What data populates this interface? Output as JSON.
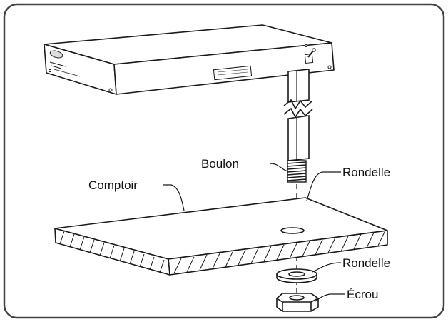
{
  "labels": {
    "boulon": "Boulon",
    "rondelle_top": "Rondelle",
    "comptoir": "Comptoir",
    "rondelle_bottom": "Rondelle",
    "ecrou": "Écrou"
  },
  "colors": {
    "stroke": "#1a1a1a",
    "frame": "#444444",
    "background": "#ffffff"
  }
}
